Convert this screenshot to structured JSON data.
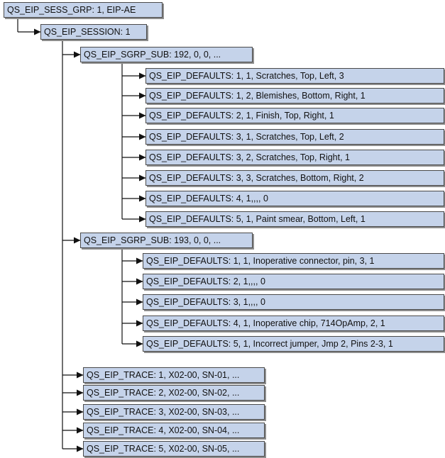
{
  "diagram": {
    "root": {
      "label": "QS_EIP_SESS_GRP: 1, EIP-AE"
    },
    "session": {
      "label": "QS_EIP_SESSION: 1"
    },
    "sgrp1": {
      "label": "QS_EIP_SGRP_SUB: 192, 0, 0, ...",
      "defaults": [
        "QS_EIP_DEFAULTS: 1, 1, Scratches, Top, Left, 3",
        "QS_EIP_DEFAULTS: 1, 2, Blemishes, Bottom, Right, 1",
        "QS_EIP_DEFAULTS: 2, 1, Finish, Top, Right, 1",
        "QS_EIP_DEFAULTS: 3, 1, Scratches, Top, Left, 2",
        "QS_EIP_DEFAULTS: 3, 2, Scratches, Top, Right, 1",
        "QS_EIP_DEFAULTS: 3, 3, Scratches, Bottom, Right, 2",
        "QS_EIP_DEFAULTS: 4, 1,,,, 0",
        "QS_EIP_DEFAULTS: 5, 1, Paint smear, Bottom, Left, 1"
      ]
    },
    "sgrp2": {
      "label": "QS_EIP_SGRP_SUB: 193, 0, 0, ...",
      "defaults": [
        "QS_EIP_DEFAULTS: 1, 1, Inoperative connector, pin, 3, 1",
        "QS_EIP_DEFAULTS: 2, 1,,,, 0",
        "QS_EIP_DEFAULTS: 3, 1,,,, 0",
        "QS_EIP_DEFAULTS: 4, 1, Inoperative chip, 714OpAmp, 2, 1",
        "QS_EIP_DEFAULTS: 5, 1, Incorrect jumper, Jmp 2, Pins 2-3, 1"
      ]
    },
    "traces": [
      "QS_EIP_TRACE: 1, X02-00, SN-01, ...",
      "QS_EIP_TRACE: 2, X02-00, SN-02, ...",
      "QS_EIP_TRACE: 3, X02-00, SN-03, ...",
      "QS_EIP_TRACE: 4, X02-00, SN-04, ...",
      "QS_EIP_TRACE: 5, X02-00, SN-05, ..."
    ],
    "colors": {
      "node_fill": "#c5d3ea",
      "node_border": "#4a4a4a",
      "line": "#111111"
    }
  }
}
